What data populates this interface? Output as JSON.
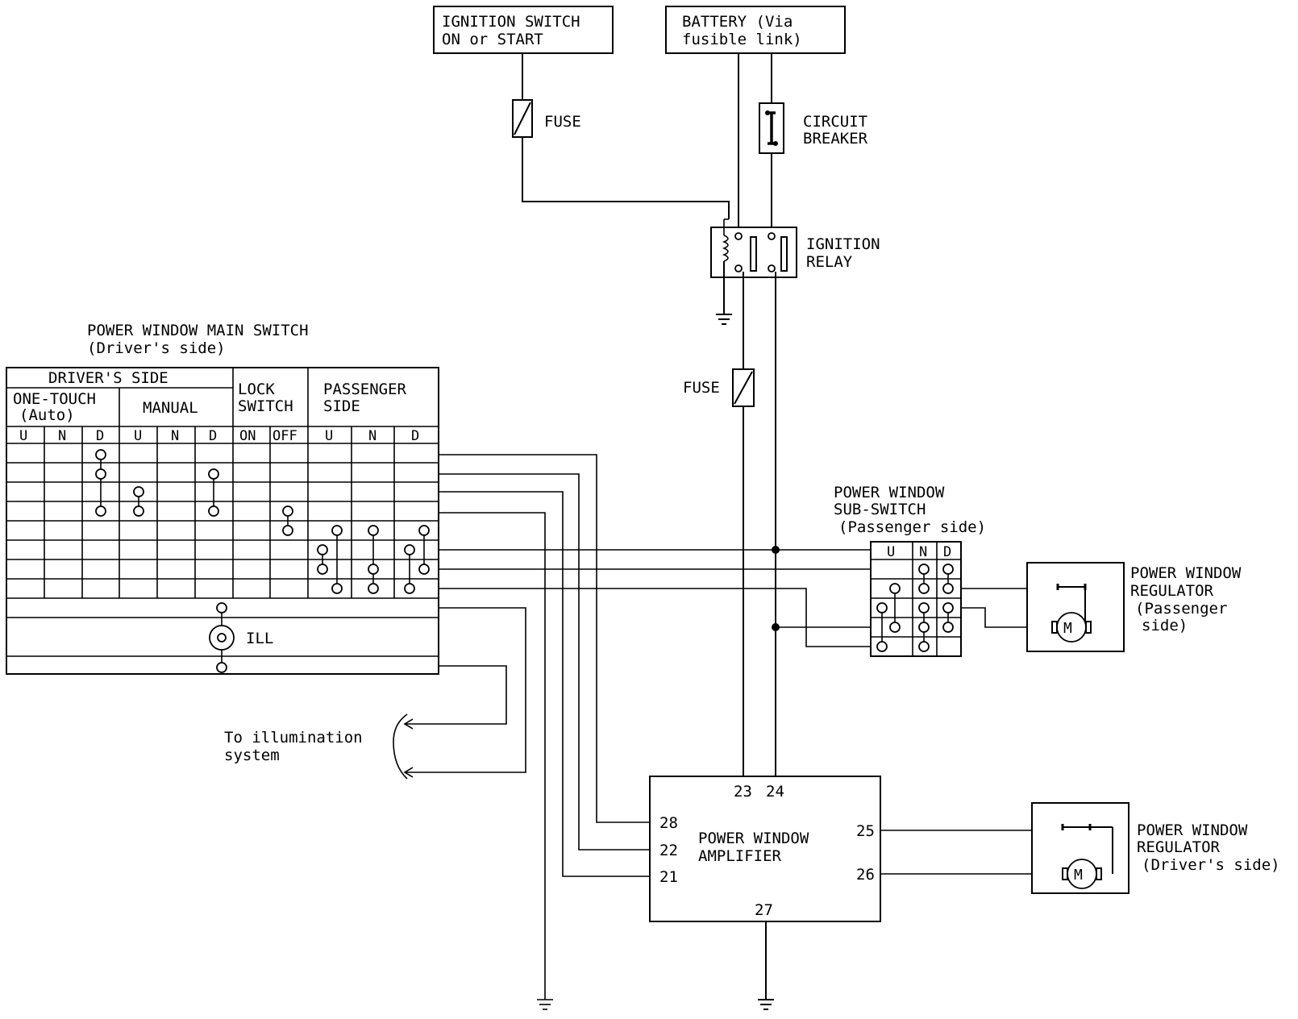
{
  "sources": {
    "ignition_switch": [
      "IGNITION SWITCH",
      "ON or START"
    ],
    "battery": [
      "BATTERY (Via",
      "fusible link)"
    ]
  },
  "fuse_label": "FUSE",
  "circuit_breaker": [
    "CIRCUIT",
    "BREAKER"
  ],
  "ignition_relay": [
    "IGNITION",
    "RELAY"
  ],
  "main_switch": {
    "title": [
      "POWER WINDOW MAIN SWITCH",
      "(Driver's side)"
    ],
    "drivers_side": "DRIVER'S SIDE",
    "one_touch": [
      "ONE-TOUCH",
      "(Auto)"
    ],
    "manual": "MANUAL",
    "lock_switch": [
      "LOCK",
      "SWITCH"
    ],
    "passenger_side": [
      "PASSENGER",
      "SIDE"
    ],
    "positions": [
      "U",
      "N",
      "D",
      "U",
      "N",
      "D",
      "ON",
      "OFF",
      "U",
      "N",
      "D"
    ],
    "ill": "ILL"
  },
  "sub_switch": {
    "title": [
      "POWER WINDOW",
      "SUB-SWITCH",
      "(Passenger side)"
    ],
    "positions": [
      "U",
      "N",
      "D"
    ]
  },
  "regulator_passenger": [
    "POWER WINDOW",
    "REGULATOR",
    "(Passenger",
    "side)"
  ],
  "regulator_driver": [
    "POWER WINDOW",
    "REGULATOR",
    "(Driver's side)"
  ],
  "amplifier": {
    "label": [
      "POWER WINDOW",
      "AMPLIFIER"
    ],
    "terminals": {
      "t23": "23",
      "t24": "24",
      "t28": "28",
      "t22": "22",
      "t21": "21",
      "t25": "25",
      "t26": "26",
      "t27": "27"
    }
  },
  "illumination_label": [
    "To illumination",
    "system"
  ],
  "motor_symbol": "M"
}
